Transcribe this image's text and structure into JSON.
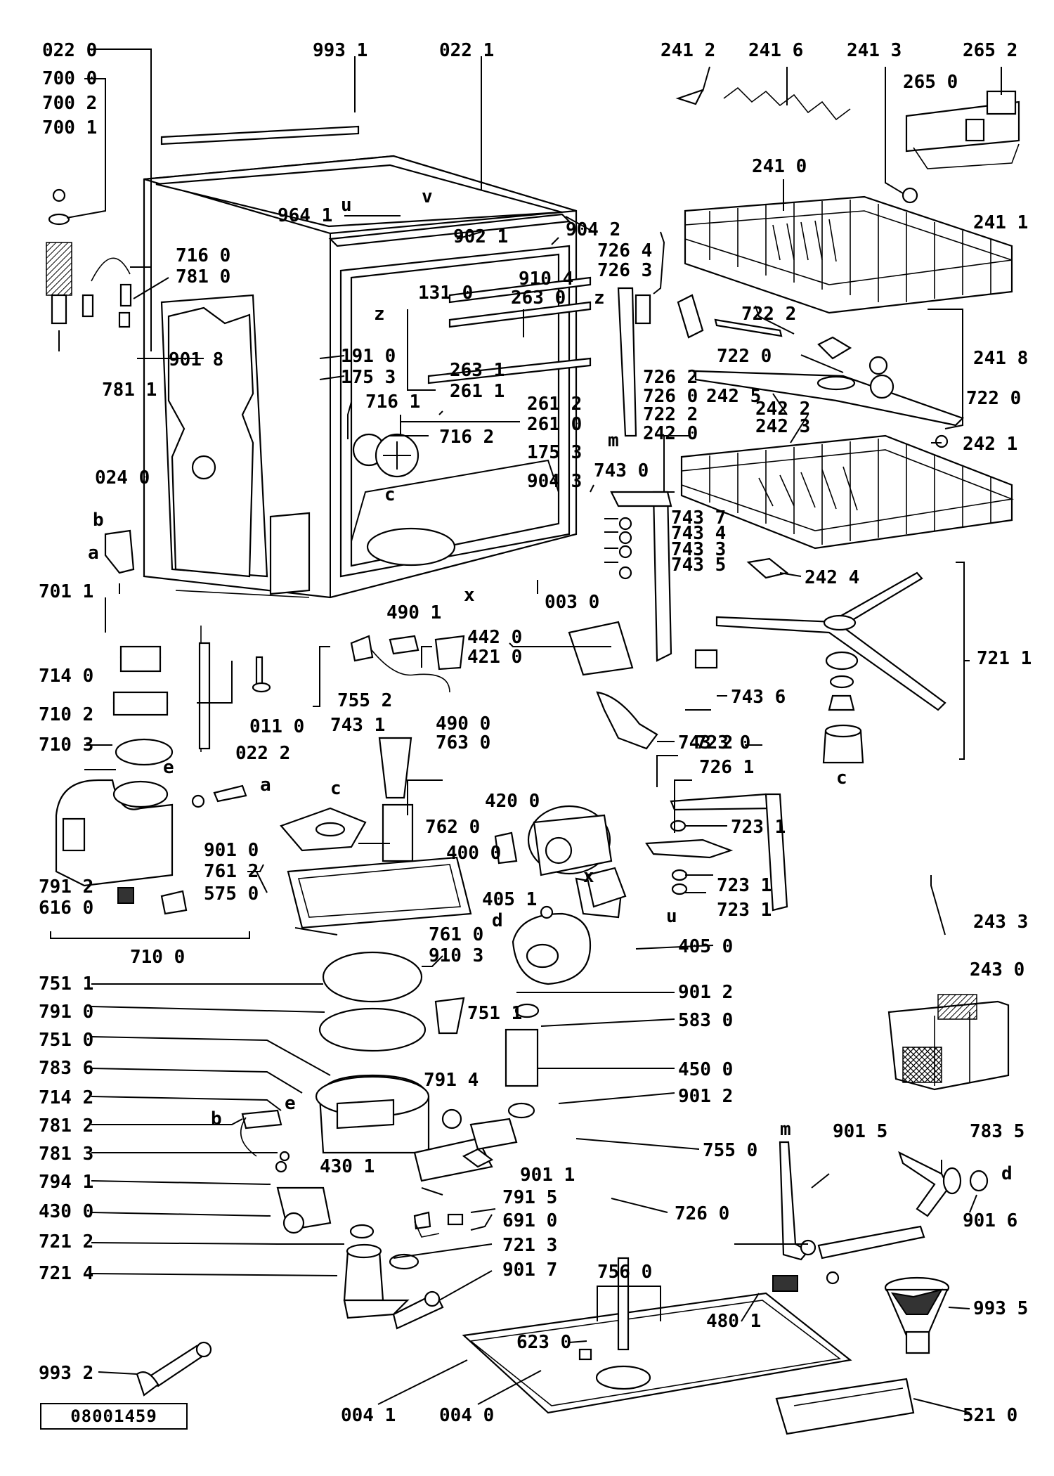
{
  "document_id": "08001459",
  "labels": [
    "022 0",
    "700 0",
    "700 2",
    "700 1",
    "993 1",
    "022 1",
    "241 2",
    "241 6",
    "241 3",
    "265 2",
    "265 0",
    "241 0",
    "241 1",
    "964 1",
    "902 1",
    "904 2",
    "726 4",
    "726 3",
    "716 0",
    "781 0",
    "131 0",
    "910 4",
    "263 0",
    "722 2",
    "241 8",
    "722 0",
    "722 0",
    "901 8",
    "781 1",
    "191 0",
    "175 3",
    "263 1",
    "261 1",
    "716 1",
    "261 2",
    "261 0",
    "726 2",
    "726 0",
    "722 2",
    "242 5",
    "242 2",
    "242 3",
    "716 2",
    "242 0",
    "242 1",
    "175 3",
    "904 3",
    "743 0",
    "024 0",
    "743 7",
    "743 4",
    "743 3",
    "743 5",
    "242 4",
    "701 1",
    "003 0",
    "490 1",
    "442 0",
    "421 0",
    "721 1",
    "743 6",
    "714 0",
    "755 2",
    "743 1",
    "490 0",
    "763 0",
    "743 2",
    "710 2",
    "011 0",
    "022 2",
    "723 0",
    "710 3",
    "726 1",
    "420 0",
    "901 0",
    "761 2",
    "762 0",
    "400 0",
    "723 1",
    "791 2",
    "575 0",
    "616 0",
    "405 1",
    "723 1",
    "723 1",
    "761 0",
    "910 3",
    "405 0",
    "710 0",
    "243 3",
    "243 0",
    "751 1",
    "751 1",
    "901 2",
    "791 0",
    "583 0",
    "751 0",
    "450 0",
    "783 6",
    "791 4",
    "714 2",
    "901 2",
    "781 2",
    "755 0",
    "781 3",
    "901 1",
    "430 1",
    "726 0",
    "901 5",
    "783 5",
    "794 1",
    "791 5",
    "430 0",
    "691 0",
    "901 6",
    "721 2",
    "721 3",
    "756 0",
    "721 4",
    "901 7",
    "480 1",
    "993 5",
    "623 0",
    "993 2",
    "004 1",
    "004 0",
    "521 0"
  ],
  "letters": [
    "u",
    "v",
    "z",
    "z",
    "m",
    "m",
    "c",
    "c",
    "c",
    "b",
    "b",
    "a",
    "a",
    "x",
    "x",
    "e",
    "e",
    "d",
    "d",
    "u"
  ]
}
